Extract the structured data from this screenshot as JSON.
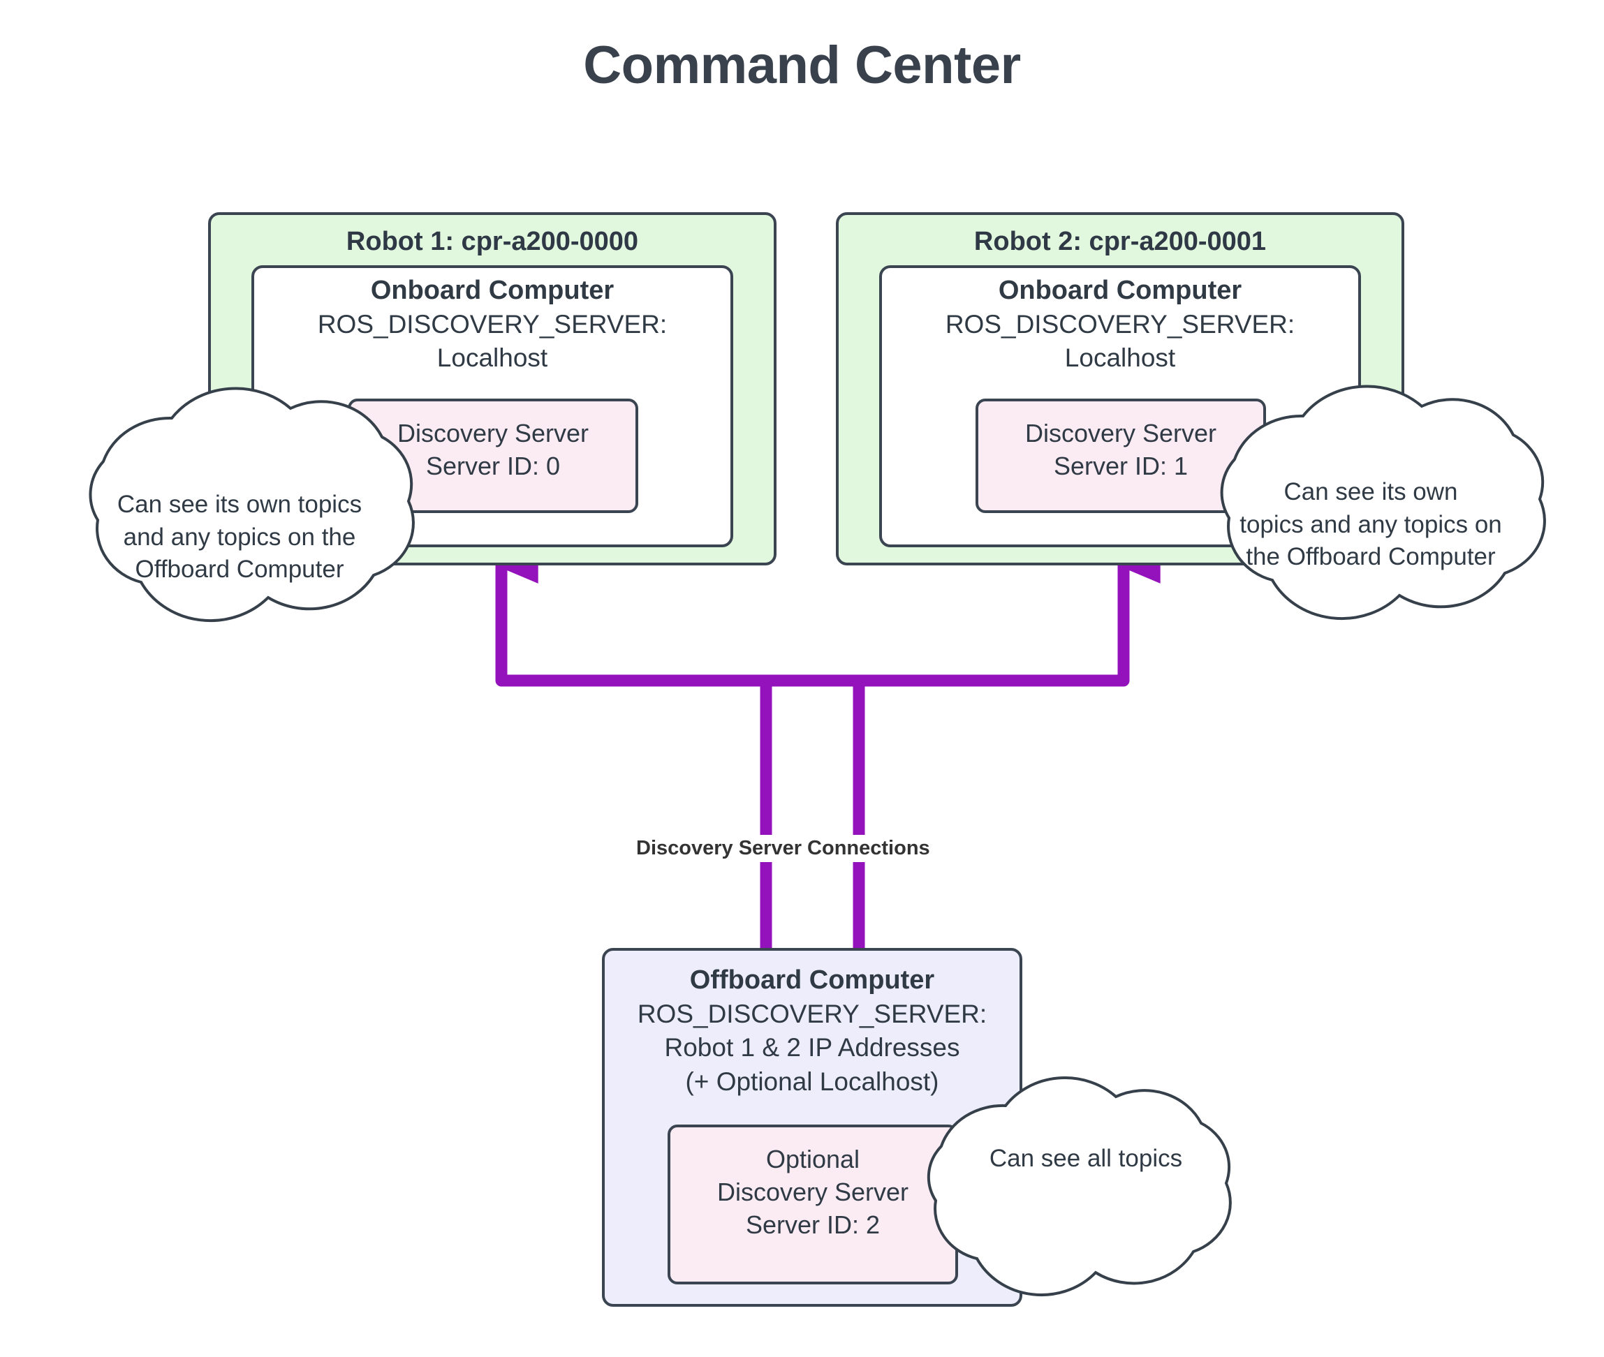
{
  "page": {
    "title": "Command Center",
    "background": "#ffffff"
  },
  "colors": {
    "title_text": "#39414d",
    "body_text": "#303a45",
    "robot_group_fill": "#e1f7de",
    "robot_group_stroke": "#3b4451",
    "onboard_fill": "#ffffff",
    "onboard_stroke": "#3b4451",
    "discovery_fill": "#fbecf4",
    "discovery_stroke": "#3b4451",
    "offboard_fill": "#ededfc",
    "offboard_stroke": "#3b4451",
    "cloud_fill": "#ffffff",
    "cloud_stroke": "#36404b",
    "connection": "#9412bc"
  },
  "robots": [
    {
      "id": "robot-1",
      "group_title": "Robot 1: cpr-a200-0000",
      "computer": {
        "heading": "Onboard Computer",
        "lines": [
          "ROS_DISCOVERY_SERVER:",
          "Localhost"
        ]
      },
      "discovery_server": {
        "lines": [
          "Discovery Server",
          "Server ID: 0"
        ]
      }
    },
    {
      "id": "robot-2",
      "group_title": "Robot 2: cpr-a200-0001",
      "computer": {
        "heading": "Onboard Computer",
        "lines": [
          "ROS_DISCOVERY_SERVER:",
          "Localhost"
        ]
      },
      "discovery_server": {
        "lines": [
          "Discovery Server",
          "Server ID: 1"
        ]
      }
    }
  ],
  "offboard": {
    "heading": "Offboard Computer",
    "lines": [
      "ROS_DISCOVERY_SERVER:",
      "Robot 1 & 2 IP Addresses",
      "(+ Optional Localhost)"
    ],
    "discovery_server": {
      "lines": [
        "Optional",
        "Discovery Server",
        "Server ID: 2"
      ]
    }
  },
  "connections": {
    "label": "Discovery Server Connections",
    "color": "#9412bc"
  },
  "notes": [
    {
      "id": "note-robot-1",
      "lines": [
        "Can see its own topics",
        "and any topics on the",
        "Offboard Computer"
      ]
    },
    {
      "id": "note-robot-2",
      "lines": [
        "Can see its own",
        "topics and any topics on",
        "the Offboard Computer"
      ]
    },
    {
      "id": "note-offboard",
      "lines": [
        "Can see all topics"
      ]
    }
  ]
}
